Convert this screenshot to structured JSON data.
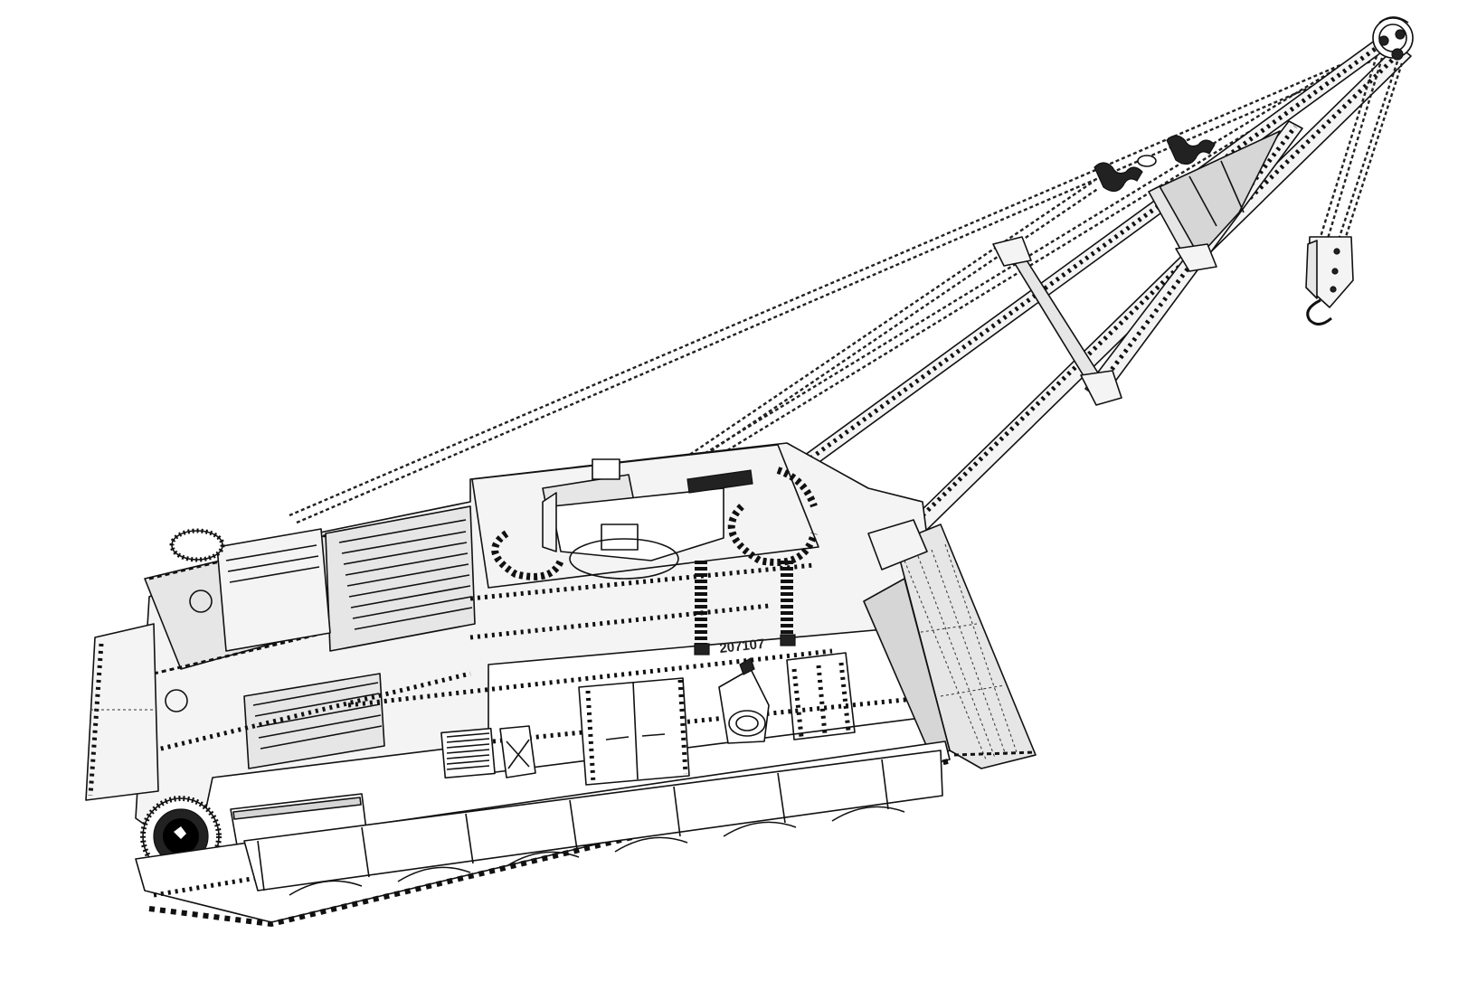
{
  "figure": {
    "subject": "Armored recovery vehicle with A-frame crane boom (line-art render)",
    "hull_number": "207107",
    "palette": {
      "background": "#ffffff",
      "line": "#111111",
      "panel_light": "#f4f4f4",
      "panel_mid": "#e6e6e6",
      "panel_dark": "#d6d6d6"
    }
  },
  "parts": [
    {
      "id": "boom",
      "label": "A-frame crane boom"
    },
    {
      "id": "boom-tip-pulley",
      "label": "Boom tip sheave"
    },
    {
      "id": "hook-block",
      "label": "Hook block with hook"
    },
    {
      "id": "hoist-cables",
      "label": "Hoist / support cables"
    },
    {
      "id": "commander-cupola",
      "label": "Commander cupola"
    },
    {
      "id": "dozer-blade",
      "label": "Spade / dozer blade"
    },
    {
      "id": "hull",
      "label": "Hull"
    },
    {
      "id": "side-door",
      "label": "Side access door"
    },
    {
      "id": "spare-wheel",
      "label": "Spare road wheel"
    },
    {
      "id": "tracks",
      "label": "Track run with road wheels"
    },
    {
      "id": "jerrycan",
      "label": "Jerrycan"
    },
    {
      "id": "vent-grille",
      "label": "Ventilation grille"
    },
    {
      "id": "winch-fairlead",
      "label": "Winch fairlead"
    }
  ]
}
